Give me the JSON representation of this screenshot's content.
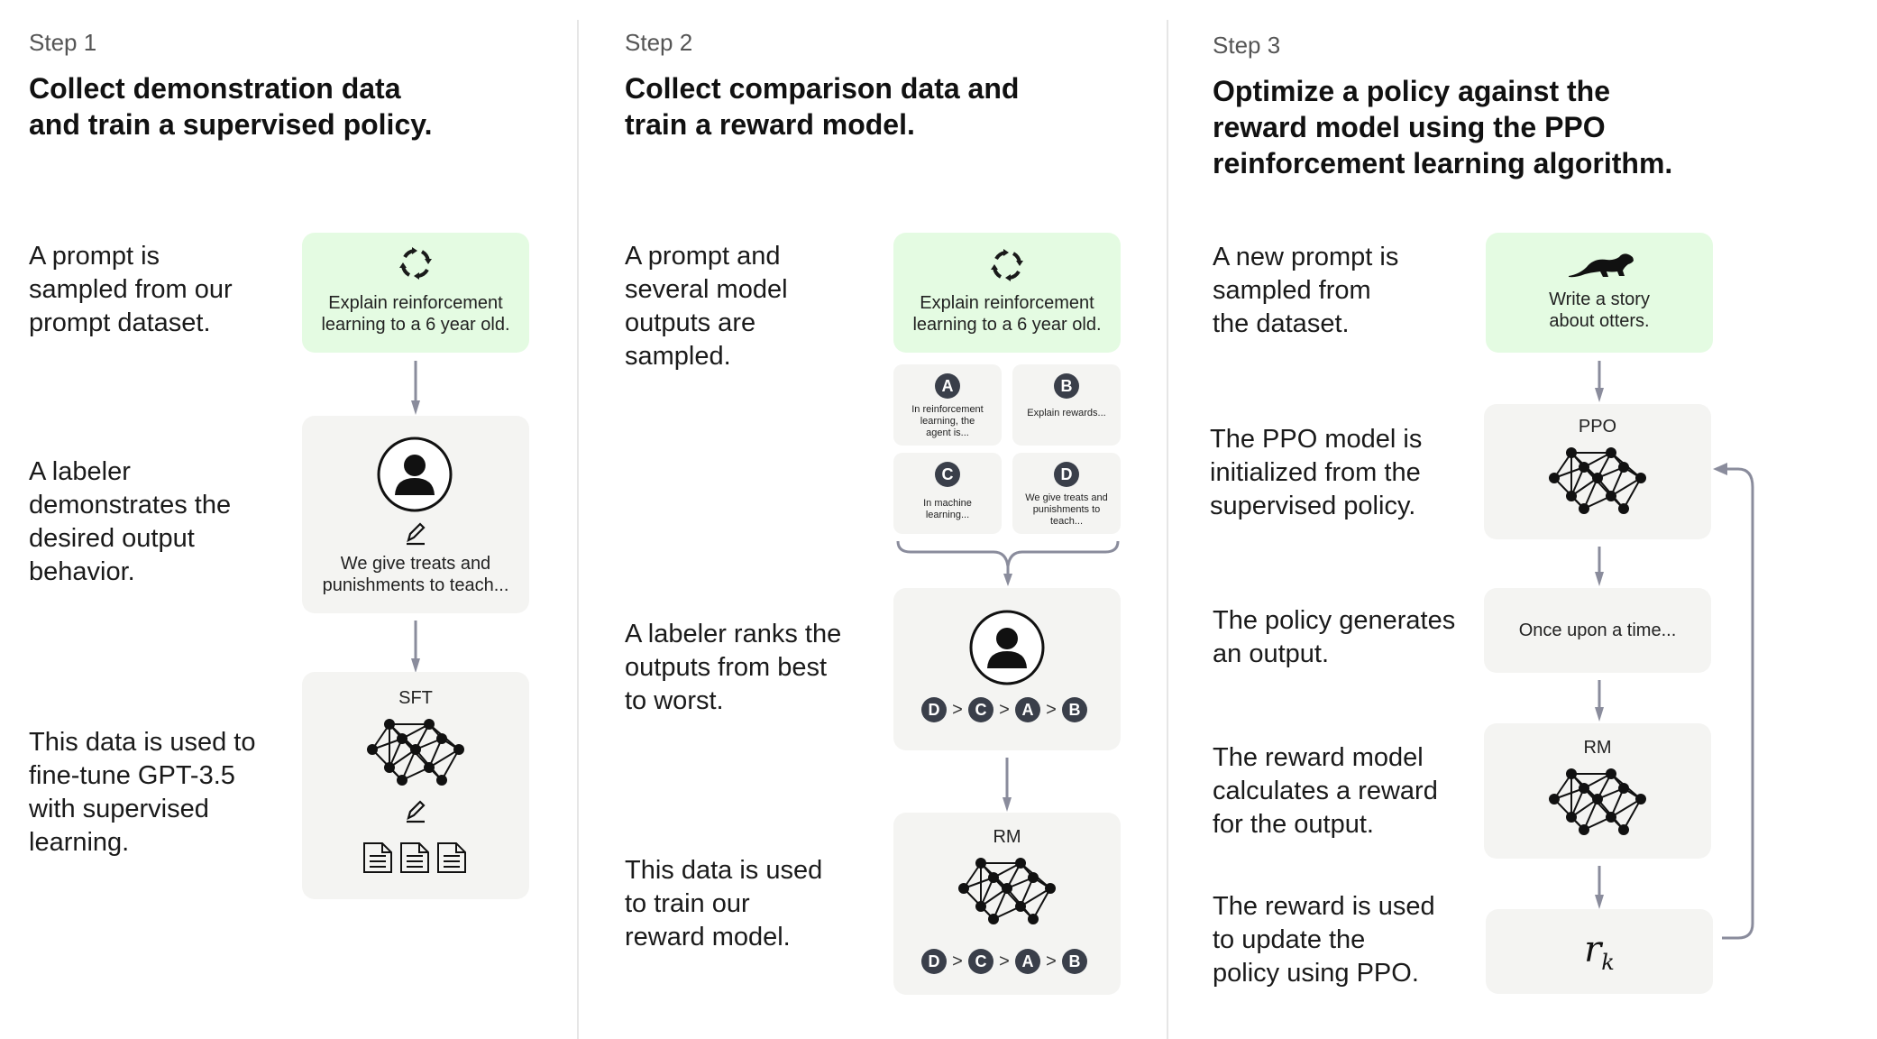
{
  "steps": [
    {
      "label": "Step 1",
      "heading": [
        "Collect demonstration data",
        "and train a supervised policy."
      ],
      "rows": [
        {
          "desc": [
            "A prompt is",
            "sampled from our",
            "prompt dataset."
          ]
        },
        {
          "desc": [
            "A labeler",
            "demonstrates the",
            "desired output",
            "behavior."
          ]
        },
        {
          "desc": [
            "This data is used to",
            "fine-tune GPT-3.5",
            "with supervised",
            "learning."
          ]
        }
      ],
      "prompt_box": {
        "text": [
          "Explain reinforcement",
          "learning to a 6 year old."
        ],
        "icon": "recycle-arrows-icon"
      },
      "labeler_box": {
        "text": [
          "We give treats and",
          "punishments to teach..."
        ],
        "icons": [
          "labeler-avatar-icon",
          "pencil-icon"
        ]
      },
      "model_box": {
        "label": "SFT",
        "icons": [
          "neural-network-icon",
          "pencil-icon",
          "document-icon"
        ]
      }
    },
    {
      "label": "Step 2",
      "heading": [
        "Collect comparison data and",
        "train a reward model."
      ],
      "rows": [
        {
          "desc": [
            "A prompt and",
            "several model",
            "outputs are",
            "sampled."
          ]
        },
        {
          "desc": [
            "A labeler ranks the",
            "outputs from best",
            "to worst."
          ]
        },
        {
          "desc": [
            "This data is used",
            "to train our",
            "reward model."
          ]
        }
      ],
      "prompt_box": {
        "text": [
          "Explain reinforcement",
          "learning to a 6 year old."
        ],
        "icon": "recycle-arrows-icon"
      },
      "outputs": [
        {
          "letter": "A",
          "text": [
            "In reinforcement",
            "learning, the",
            "agent is..."
          ]
        },
        {
          "letter": "B",
          "text": [
            "Explain rewards..."
          ]
        },
        {
          "letter": "C",
          "text": [
            "In machine",
            "learning..."
          ]
        },
        {
          "letter": "D",
          "text": [
            "We give treats and",
            "punishments to",
            "teach..."
          ]
        }
      ],
      "ranking": [
        "D",
        "C",
        "A",
        "B"
      ],
      "ranking_separator": ">",
      "model_box": {
        "label": "RM"
      }
    },
    {
      "label": "Step 3",
      "heading": [
        "Optimize a policy against the",
        "reward model using the PPO",
        "reinforcement learning algorithm."
      ],
      "rows": [
        {
          "desc": [
            "A new prompt is",
            "sampled from",
            "the dataset."
          ]
        },
        {
          "desc": [
            "The PPO model is",
            "initialized from the",
            "supervised policy."
          ]
        },
        {
          "desc": [
            "The policy generates",
            "an output."
          ]
        },
        {
          "desc": [
            "The reward model",
            "calculates a reward",
            "for the output."
          ]
        },
        {
          "desc": [
            "The reward is used",
            "to update the",
            "policy using PPO."
          ]
        }
      ],
      "prompt_box": {
        "text": [
          "Write a story",
          "about otters."
        ],
        "icon": "otter-icon"
      },
      "ppo_box": {
        "label": "PPO"
      },
      "output_box": {
        "text": "Once upon a time..."
      },
      "rm_box": {
        "label": "RM"
      },
      "reward_box": {
        "symbol": "r",
        "subscript": "k"
      }
    }
  ],
  "colors": {
    "green_box": "#e4fbe2",
    "gray_box": "#f4f4f2",
    "arrow": "#8a8c9c",
    "badge": "#3a3f4a"
  }
}
